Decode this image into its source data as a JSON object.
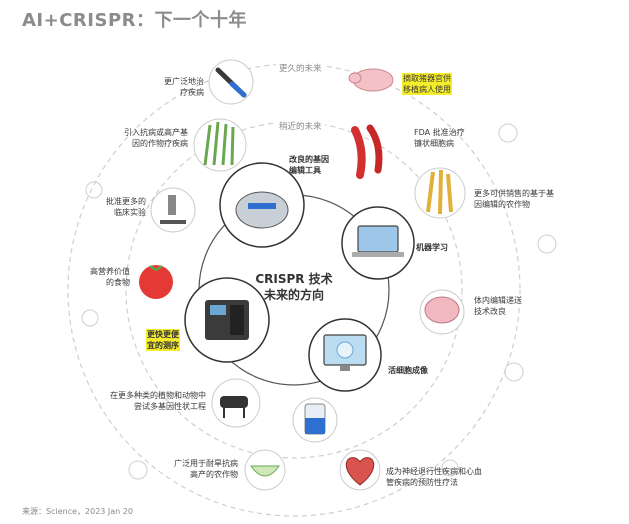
{
  "page": {
    "title": "AI+CRISPR：下一个十年",
    "source": "来源：Science，2023 Jan 20"
  },
  "rings": {
    "outer": "更久的未来",
    "middle": "稍近的未来"
  },
  "center": {
    "line1": "CRISPR 技术",
    "line2": "未来的方向"
  },
  "inner_nodes": {
    "gene_tools": [
      "改良的基因",
      "编辑工具"
    ],
    "machine_learning": "机器学习",
    "live_imaging": "活细胞成像",
    "faster_test": [
      "更快更便",
      "宜的测序"
    ]
  },
  "outer_nodes": {
    "vaccine": [
      "更广泛地治",
      "疗疾病"
    ],
    "pig": [
      "摘取猪器官供",
      "移植病人使用"
    ],
    "crops": [
      "引入抗病或高产基",
      "因的作物疗疾病"
    ],
    "pepper": [
      "FDA 批准治疗",
      "镰状细胞病"
    ],
    "microscope": [
      "批准更多的",
      "临床实验"
    ],
    "wheat": [
      "更多可供销售的基于基",
      "因编辑的农作物"
    ],
    "tomato": [
      "高营养价值",
      "的食物"
    ],
    "brain": [
      "体内编辑递送",
      "技术改良"
    ],
    "cow": [
      "在更多种类的植物和动物中",
      "尝试多基因性状工程"
    ],
    "bowl": [
      "广泛用于耐旱抗病",
      "高产的农作物"
    ],
    "heart": [
      "成为神经退行性疾病和心血",
      "管疾病的预防性疗法"
    ]
  },
  "colors": {
    "highlight": "#f5ec2a",
    "ring": "#cfcfcf",
    "title": "#8c8c8c"
  }
}
